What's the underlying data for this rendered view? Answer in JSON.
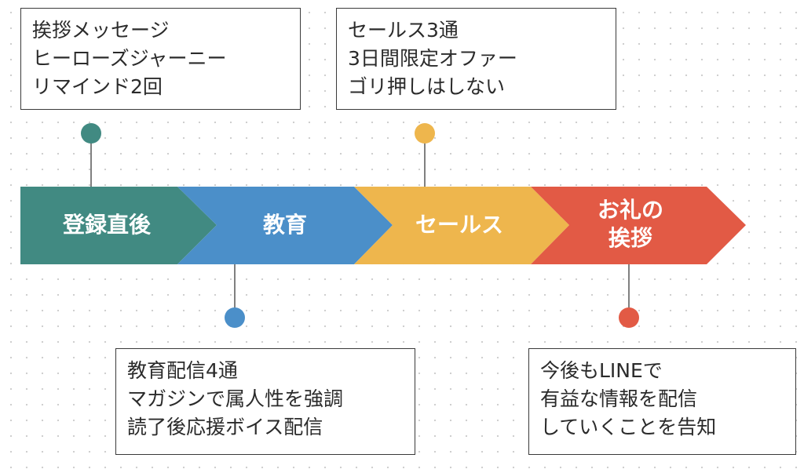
{
  "phases": [
    {
      "label_lines": [
        "登録直後"
      ],
      "color": "#418a82"
    },
    {
      "label_lines": [
        "教育"
      ],
      "color": "#4b8fc9"
    },
    {
      "label_lines": [
        "セールス"
      ],
      "color": "#eeb64d"
    },
    {
      "label_lines": [
        "お礼の",
        "挨拶"
      ],
      "color": "#e25a45"
    }
  ],
  "notes": {
    "post_registration": [
      "挨拶メッセージ",
      "ヒーローズジャーニー",
      "リマインド2回"
    ],
    "sales": [
      "セールス3通",
      "3日間限定オファー",
      "ゴリ押しはしない"
    ],
    "education": [
      "教育配信4通",
      "マガジンで属人性を強調",
      "読了後応援ボイス配信"
    ],
    "thanks": [
      "今後もLINEで",
      "有益な情報を配信",
      "していくことを告知"
    ]
  },
  "colors": {
    "connector": "#555555",
    "note_border": "#3a3a3a",
    "background_dots": "#cfcfcf"
  }
}
